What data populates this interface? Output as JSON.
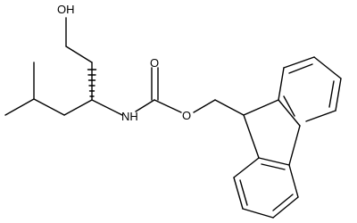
{
  "molecule": {
    "atoms": [
      {
        "id": "oh",
        "label": "OH"
      },
      {
        "id": "nh",
        "label": "NH"
      },
      {
        "id": "o_carbonyl",
        "label": "O"
      },
      {
        "id": "o_ester",
        "label": "O"
      }
    ],
    "colors": {
      "bond": "#000000",
      "text": "#000000",
      "background": "#ffffff"
    }
  }
}
